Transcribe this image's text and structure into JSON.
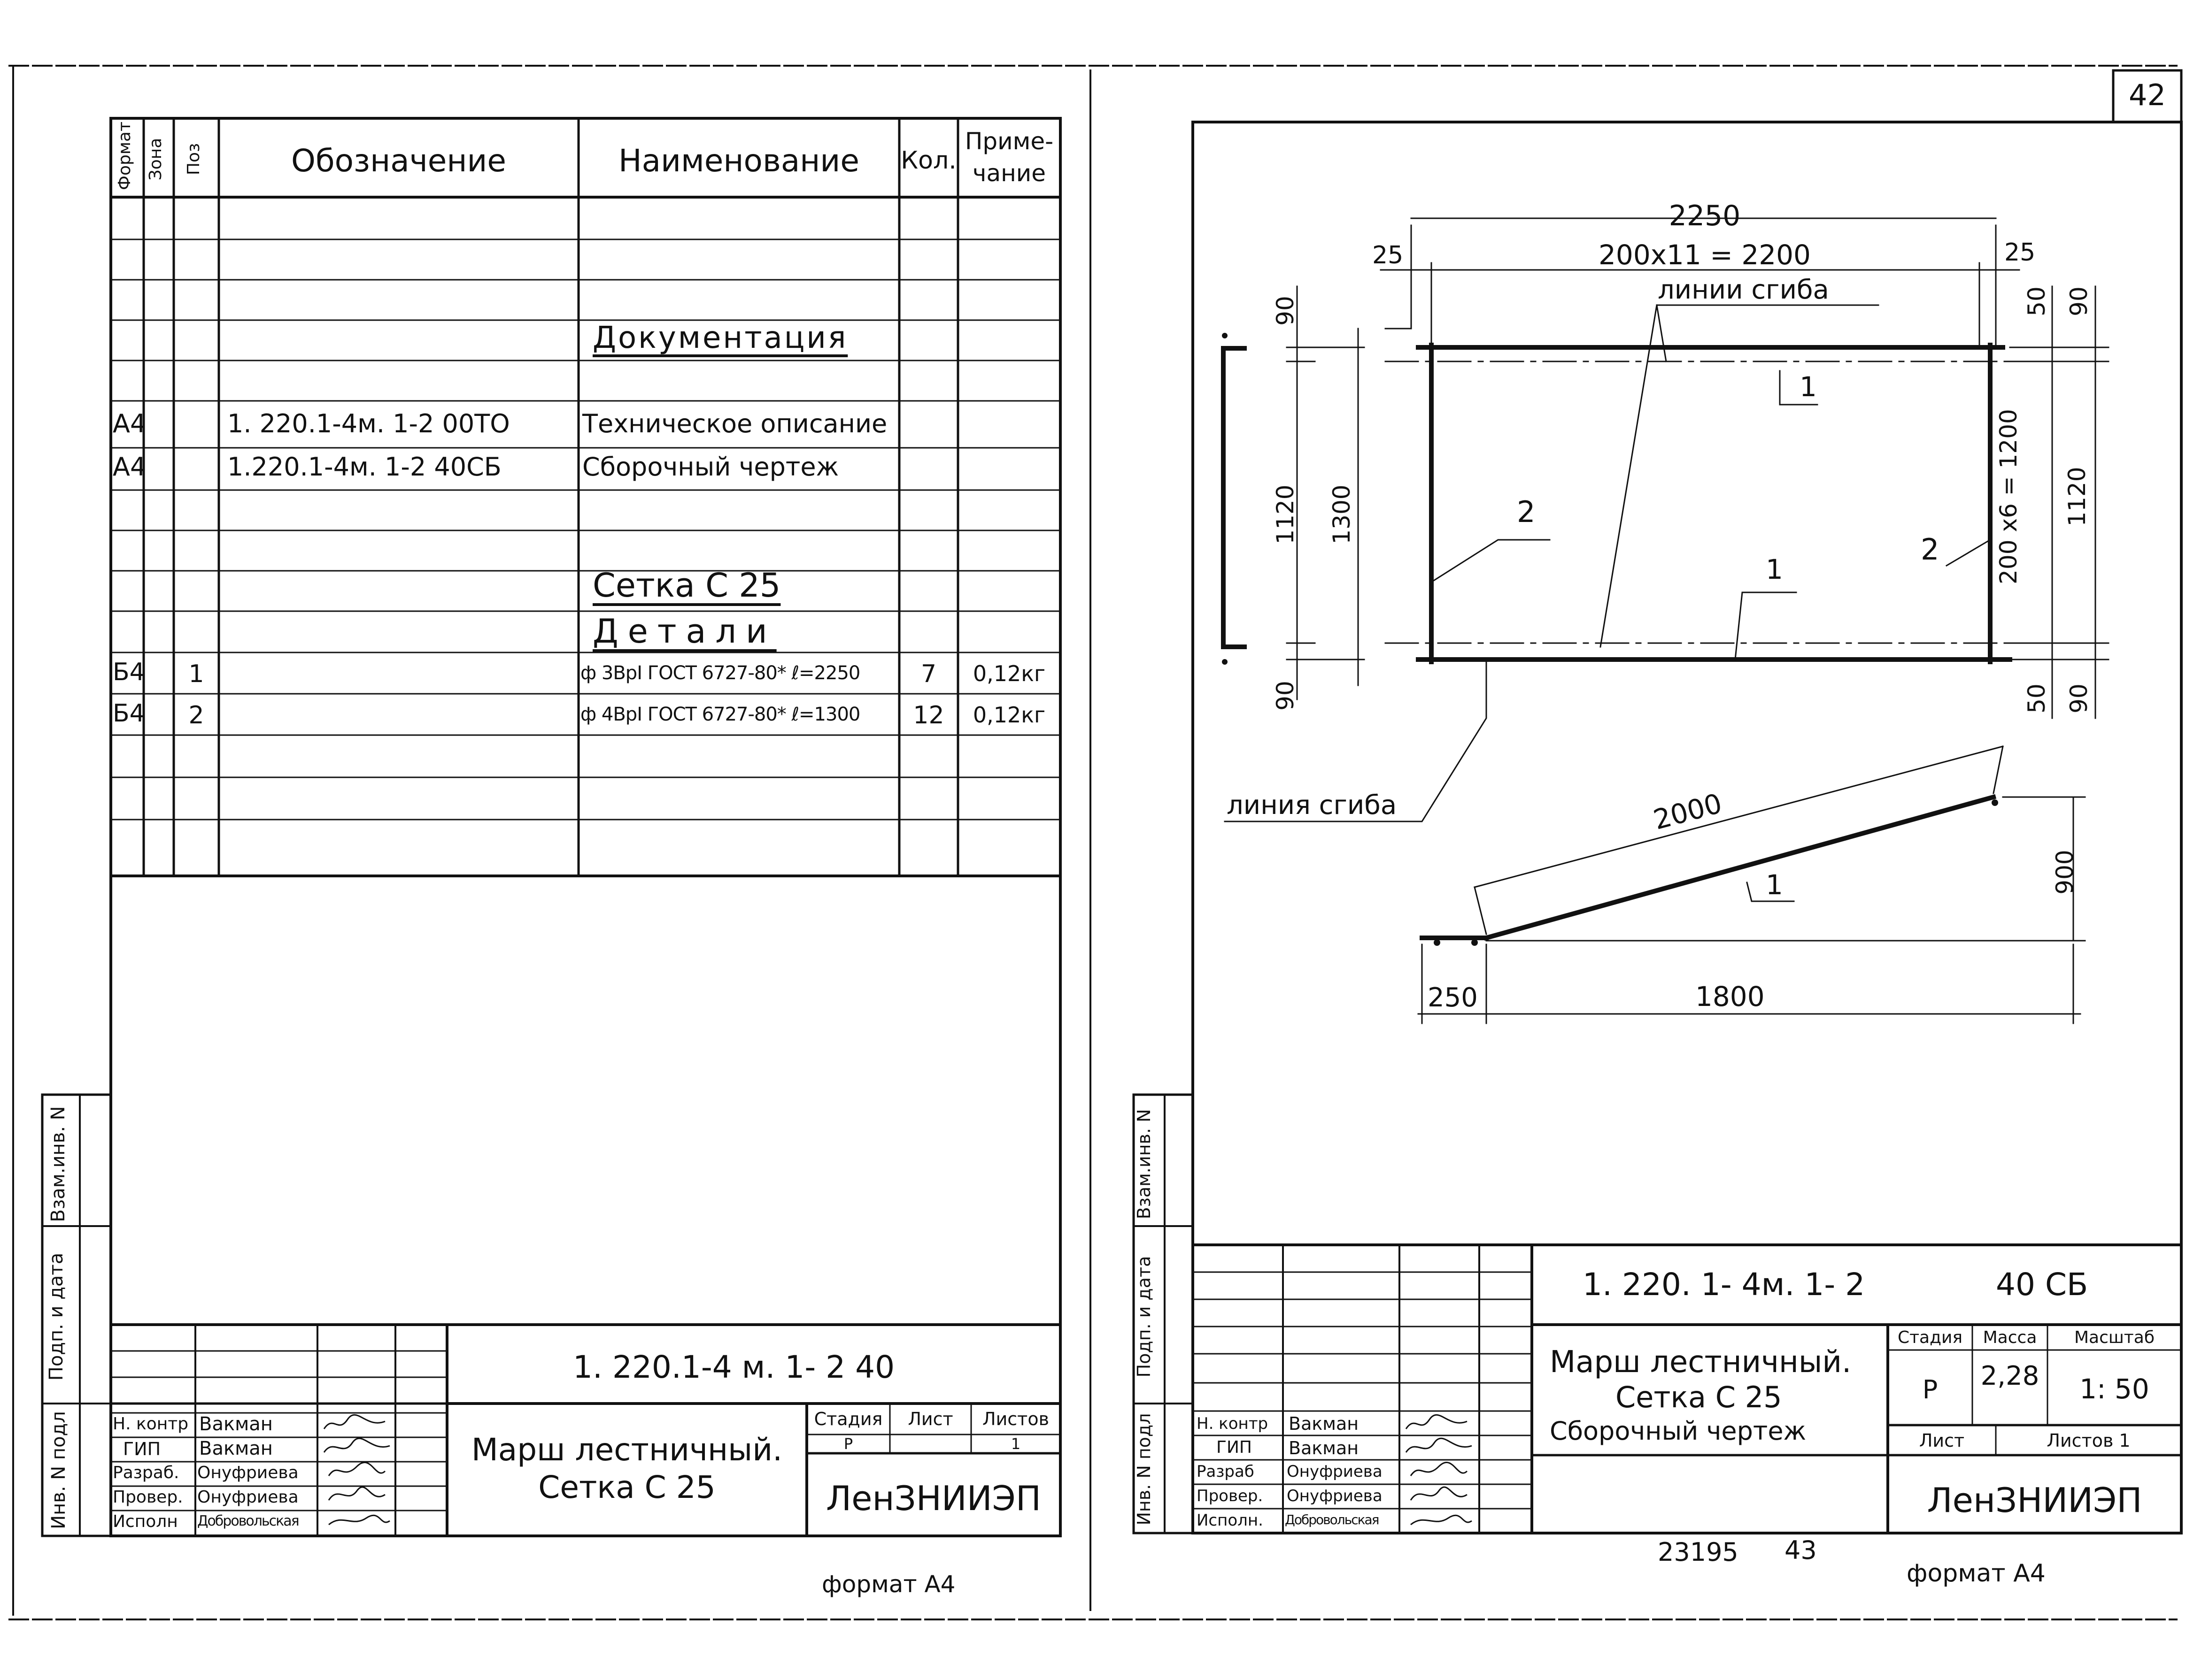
{
  "page_number": "42",
  "left_sheet": {
    "header": {
      "format": "Формат",
      "zone": "Зона",
      "pos": "Поз",
      "designation": "Обозначение",
      "name": "Наименование",
      "qty": "Кол.",
      "note_line1": "Приме-",
      "note_line2": "чание"
    },
    "rows": {
      "doc_section": "Документация",
      "r1": {
        "format": "А4",
        "designation": "1. 220.1-4м. 1-2  00ТО",
        "name": "Техническое описание"
      },
      "r2": {
        "format": "А4",
        "designation": "1.220.1-4м. 1-2  40СБ",
        "name": "Сборочный чертеж"
      },
      "mesh_section": "Сетка  С 25",
      "details_section": "Детали",
      "r3": {
        "format": "Б4",
        "pos": "1",
        "name": "ф 3ВрI ГОСТ 6727-80* ℓ=2250",
        "qty": "7",
        "note": "0,12кг"
      },
      "r4": {
        "format": "Б4",
        "pos": "2",
        "name": "ф 4ВрI ГОСТ 6727-80* ℓ=1300",
        "qty": "12",
        "note": "0,12кг"
      }
    },
    "side": {
      "inv": "Инв. N подл",
      "sign": "Подп. и дата",
      "vzam": "Взам.инв. N"
    },
    "title_block": {
      "code": "1. 220.1-4 м.  1- 2     40",
      "title_line1": "Марш лестничный.",
      "title_line2": "Сетка  С 25",
      "stage_label": "Стадия",
      "sheet_label": "Лист",
      "sheets_label": "Листов",
      "stage_value": "Р",
      "sheets_value": "1",
      "org": "ЛенЗНИИЭП",
      "roles": [
        "Н. контр",
        "ГИП",
        "Разраб.",
        "Провер.",
        "Исполн"
      ],
      "names": [
        "Вакман",
        "Вакман",
        "Онуфриева",
        "Онуфриева",
        "Добровольская"
      ]
    },
    "format_label": "формат А4"
  },
  "right_sheet": {
    "drawing": {
      "d2250": "2250",
      "d25_left": "25",
      "d200x11": "200х11 = 2200",
      "d25_right": "25",
      "bend_lines": "линии сгиба",
      "d90_top_left": "90",
      "d50_top_right": "50",
      "d90_top_right": "90",
      "d1120_left": "1120",
      "d1300": "1300",
      "label1_top": "1",
      "label2_left": "2",
      "label1_mid": "1",
      "label2_right": "2",
      "d200x6": "200 х6 = 1200",
      "d1120_right": "1120",
      "d90_bottom_left": "90",
      "d50_bottom_right": "50",
      "d90_bottom_right": "90",
      "bend_line": "линия сгиба",
      "d2000": "2000",
      "label1_side": "1",
      "d900": "900",
      "d250": "250",
      "d1800": "1800"
    },
    "side": {
      "inv": "Инв. N подл",
      "sign": "Подп. и дата",
      "vzam": "Взам.инв. N"
    },
    "title_block": {
      "code": "1. 220. 1- 4м.   1- 2",
      "code_suffix": "40 СБ",
      "title_line1": "Марш лестничный.",
      "title_line2": "Сетка С 25",
      "title_line3": "Сборочный чертеж",
      "stage_label": "Стадия",
      "mass_label": "Масса",
      "scale_label": "Масштаб",
      "stage_value": "Р",
      "mass_value": "2,28",
      "scale_value": "1: 50",
      "sheet_label": "Лист",
      "sheets_label": "Листов 1",
      "org": "ЛенЗНИИЭП",
      "roles": [
        "Н. контр",
        "ГИП",
        "Разраб",
        "Провер.",
        "Исполн."
      ],
      "names": [
        "Вакман",
        "Вакман",
        "Онуфриева",
        "Онуфриева",
        "Добровольская"
      ]
    },
    "footer_num1": "23195",
    "footer_num2": "43",
    "format_label": "формат А4"
  }
}
